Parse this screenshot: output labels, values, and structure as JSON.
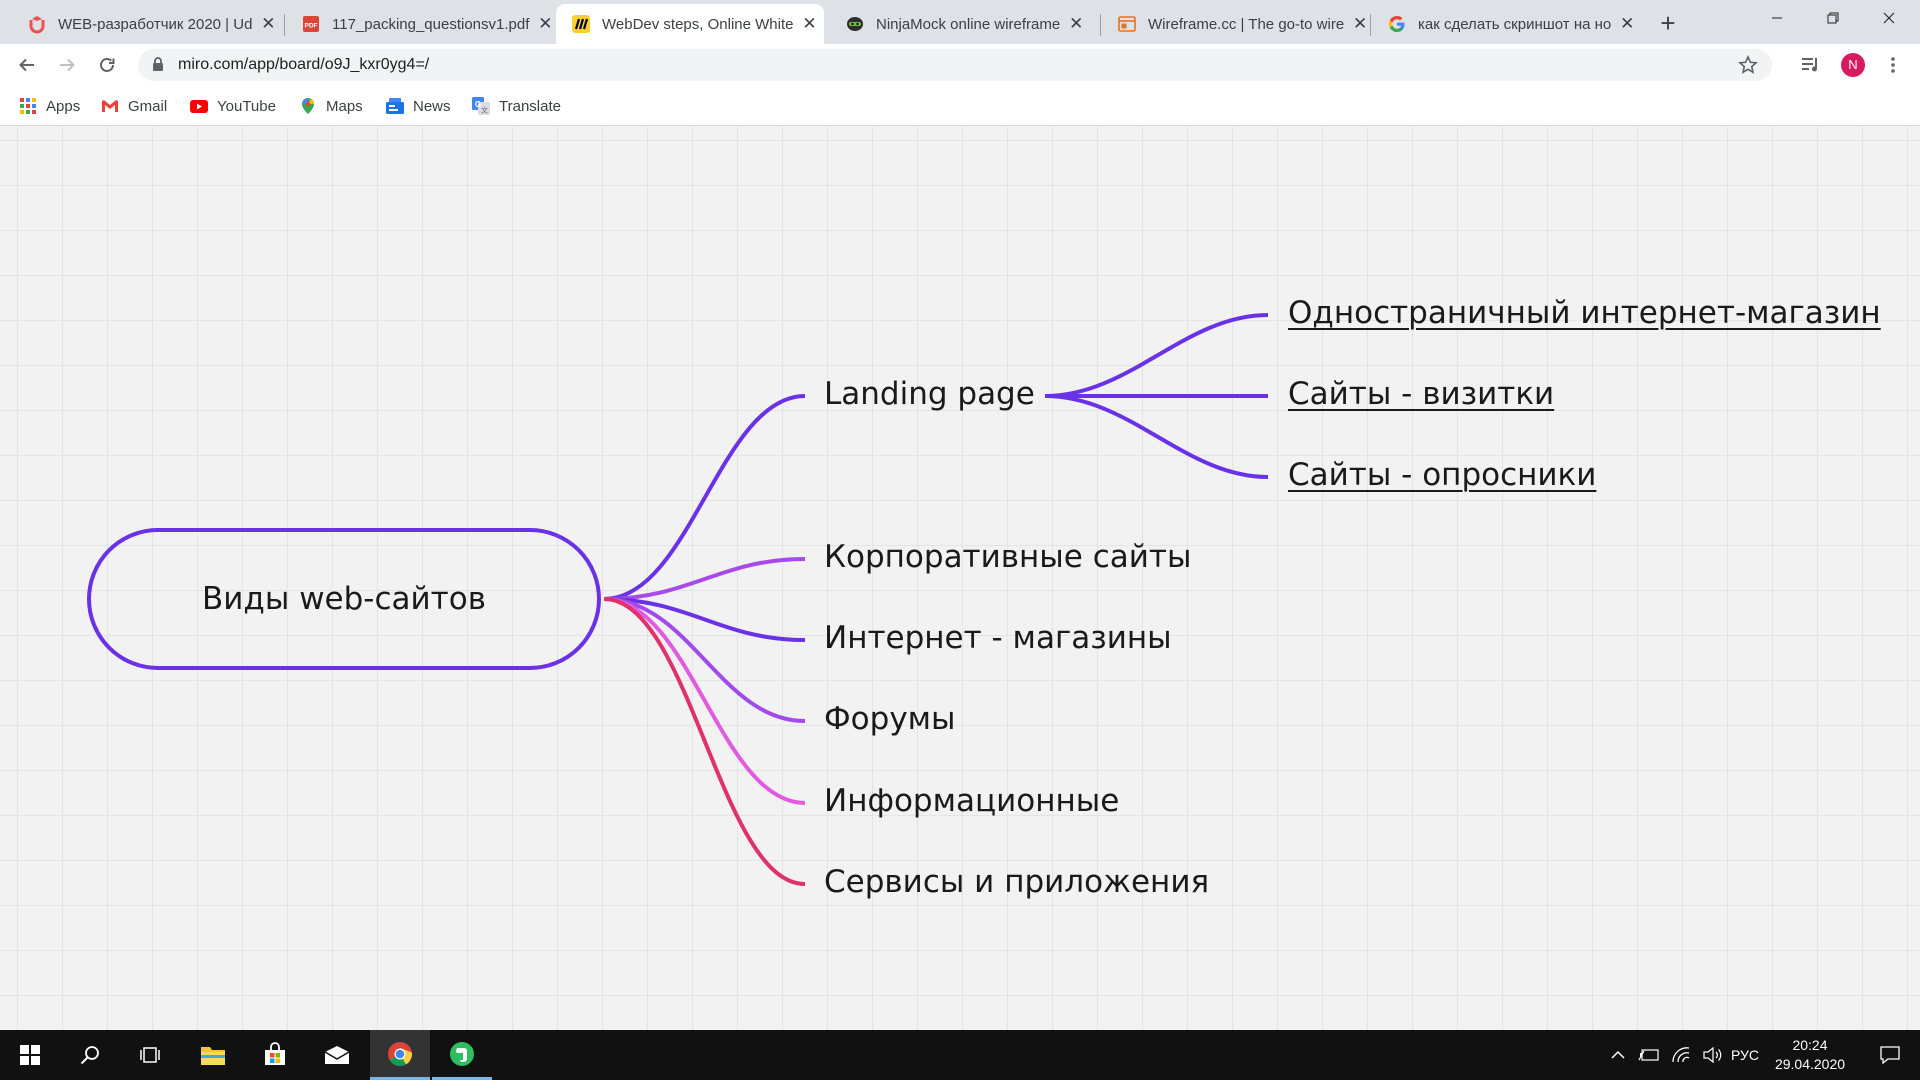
{
  "browser": {
    "tabs": [
      {
        "title": "WEB-разработчик 2020 | Ud",
        "icon": "udemy-icon",
        "color": "#ec5252"
      },
      {
        "title": "117_packing_questionsv1.pdf",
        "icon": "pdf-icon",
        "color": "#db4437"
      },
      {
        "title": "WebDev steps, Online White",
        "icon": "miro-icon",
        "color": "#ffd02f",
        "active": true
      },
      {
        "title": "NinjaMock online wireframe",
        "icon": "ninjamock-icon",
        "color": "#2e2e2e"
      },
      {
        "title": "Wireframe.cc | The go-to wire",
        "icon": "wireframe-icon",
        "color": "#e8711c"
      },
      {
        "title": "как сделать скриншот на но",
        "icon": "google-icon",
        "color": "#4285f4"
      }
    ],
    "new_tab": "+",
    "url": "miro.com/app/board/o9J_kxr0yg4=/",
    "profile_initial": "N",
    "bookmarks": [
      {
        "label": "Apps",
        "icon": "apps-grid-icon"
      },
      {
        "label": "Gmail",
        "icon": "gmail-icon"
      },
      {
        "label": "YouTube",
        "icon": "youtube-icon"
      },
      {
        "label": "Maps",
        "icon": "maps-icon"
      },
      {
        "label": "News",
        "icon": "news-icon"
      },
      {
        "label": "Translate",
        "icon": "translate-icon"
      }
    ]
  },
  "mindmap": {
    "root": "Виды web-сайтов",
    "branches": [
      {
        "label": "Landing page",
        "color": "#6a32e6",
        "children": [
          {
            "label": "Одностраничный интернет-магазин"
          },
          {
            "label": "Сайты - визитки"
          },
          {
            "label": "Сайты - опросники"
          }
        ]
      },
      {
        "label": "Корпоративные сайты",
        "color": "#a84ae6"
      },
      {
        "label": "Интернет - магазины",
        "color": "#6a32e6"
      },
      {
        "label": "Форумы",
        "color": "#a14be8"
      },
      {
        "label": "Информационные",
        "color": "#e05be0"
      },
      {
        "label": "Сервисы и приложения",
        "color": "#e0306e"
      }
    ]
  },
  "taskbar": {
    "apps": [
      "start-icon",
      "search-icon",
      "task-view-icon",
      "file-explorer-icon",
      "store-icon",
      "mail-icon",
      "chrome-icon",
      "evernote-icon"
    ],
    "language": "РУС",
    "time": "20:24",
    "date": "29.04.2020"
  }
}
